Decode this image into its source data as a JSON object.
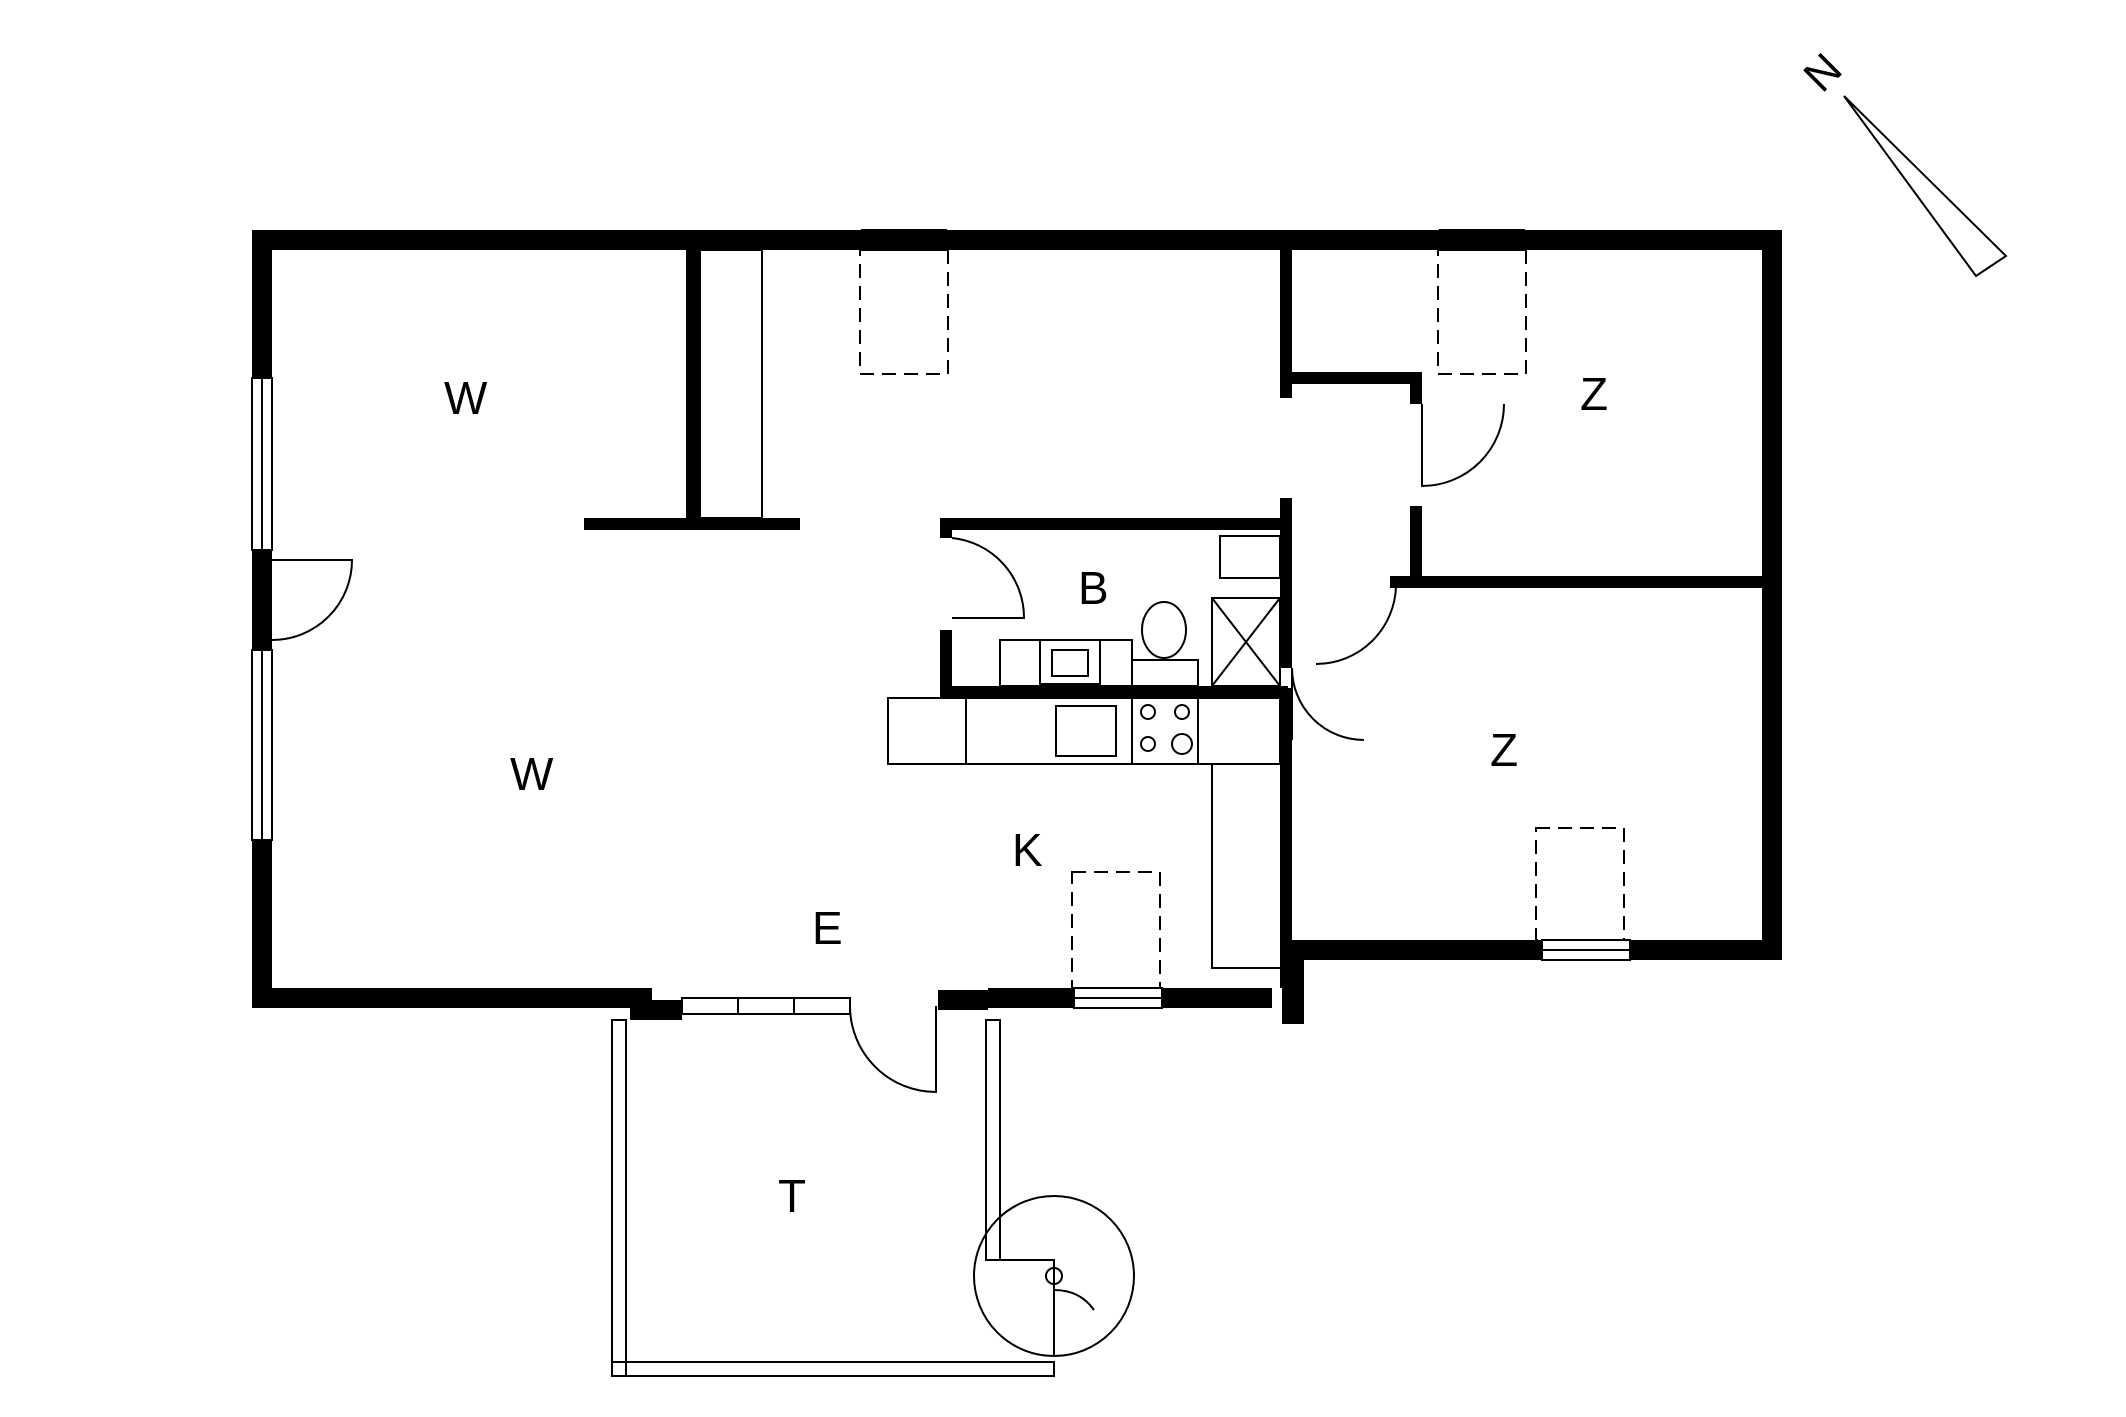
{
  "plan": {
    "rooms": {
      "w_upper": "W",
      "w_lower": "W",
      "bath": "B",
      "kitchen": "K",
      "entrance": "E",
      "z_upper": "Z",
      "z_lower": "Z",
      "terrace": "T"
    },
    "north": "N",
    "colors": {
      "line": "#000000",
      "background": "#ffffff"
    }
  }
}
